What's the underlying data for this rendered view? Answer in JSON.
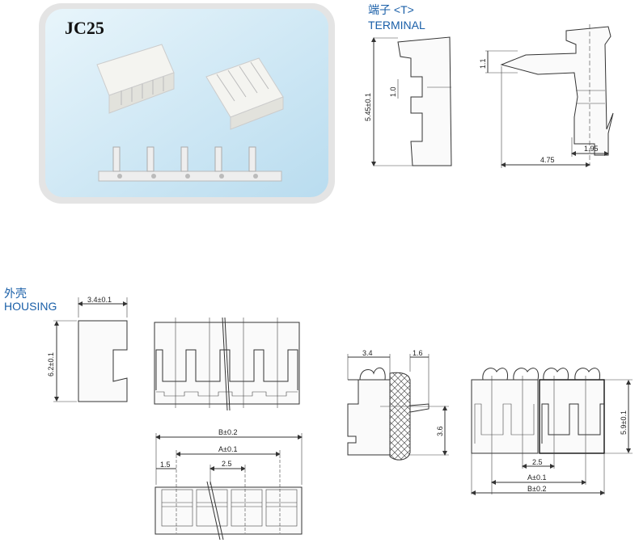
{
  "photo": {
    "model": "JC25"
  },
  "terminal": {
    "title_cn": "端子 <T>",
    "title_en": "TERMINAL",
    "dims": {
      "height": "5.45±0.1",
      "slot": "1.0",
      "pin": "1.1",
      "length": "4.75",
      "tail": "1.95"
    }
  },
  "housing": {
    "title_cn": "外壳",
    "title_en": "HOUSING",
    "dims": {
      "width": "3.4±0.1",
      "height": "6.2±0.1",
      "B": "B±0.2",
      "A": "A±0.1",
      "edge": "1.5",
      "pitch": "2.5"
    }
  },
  "assembly": {
    "dims": {
      "depth": "3.4",
      "pin": "1.6",
      "pin_height": "3.6",
      "pitch": "2.5",
      "A": "A±0.1",
      "B": "B±0.2",
      "height": "5.9±0.1"
    }
  },
  "colors": {
    "title": "#1a5fa8",
    "photo_bg": "#cfe8f5"
  }
}
